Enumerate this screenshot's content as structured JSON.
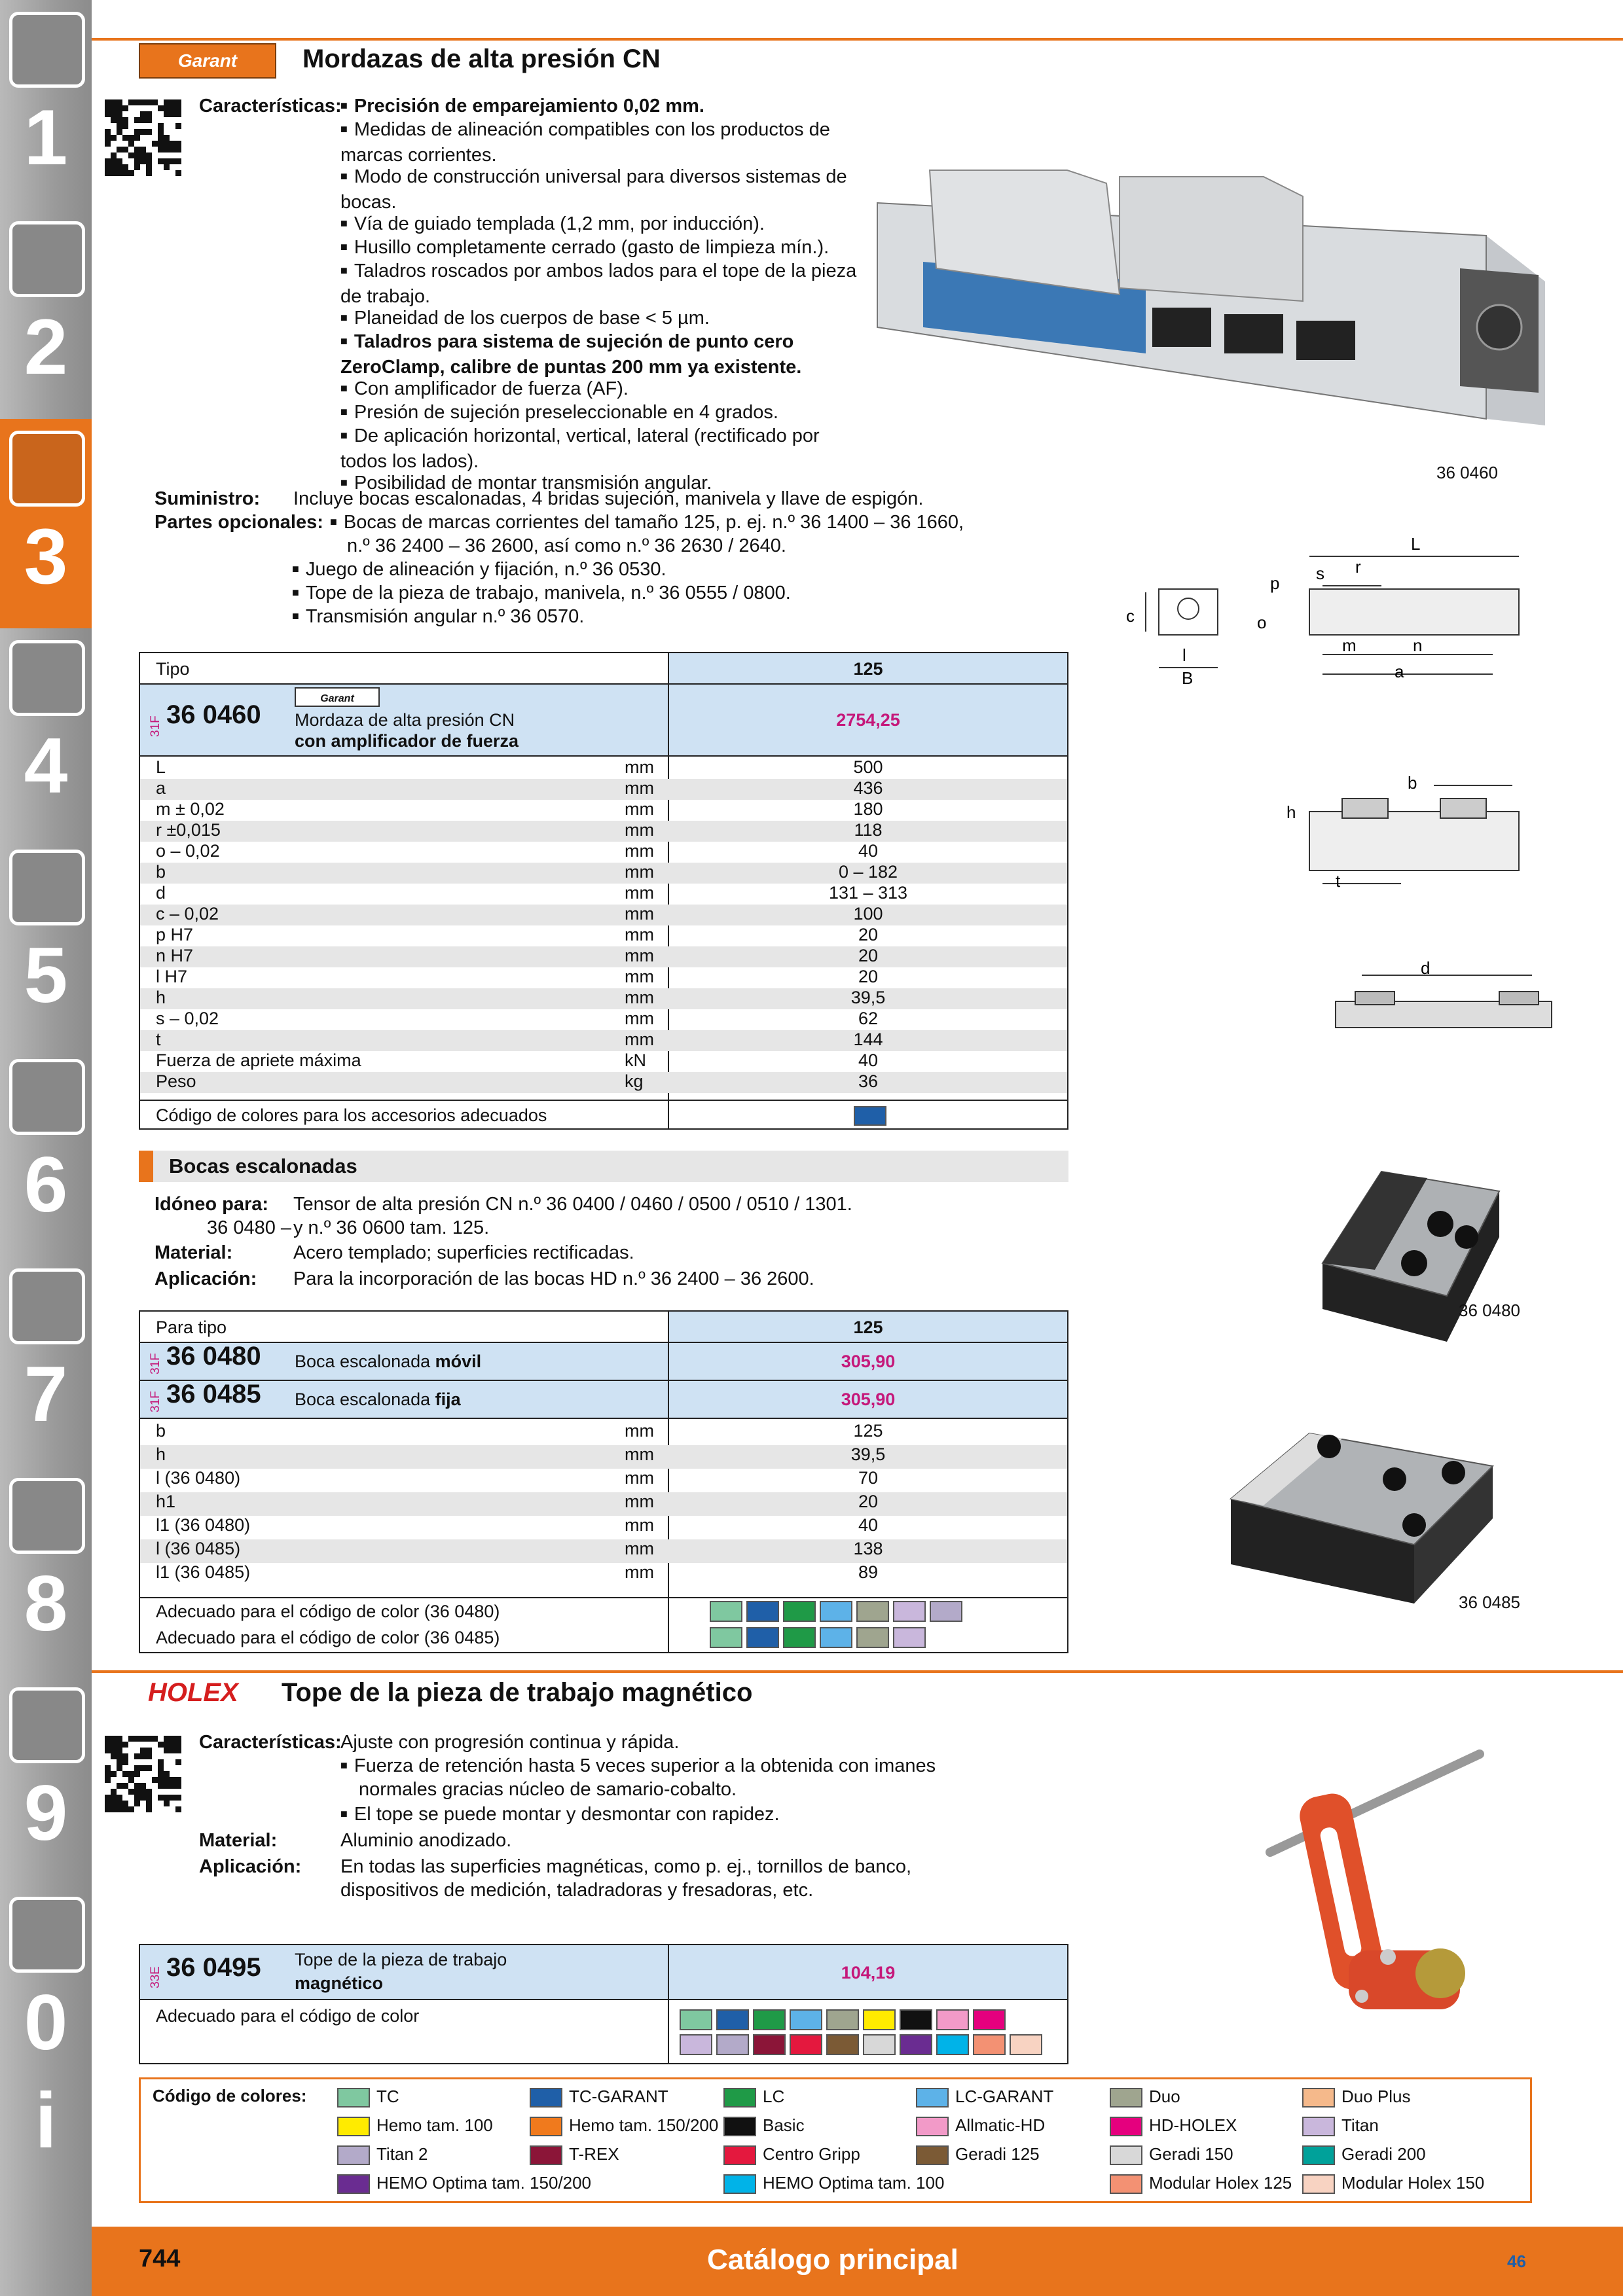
{
  "sidebar": {
    "chapters": [
      "1",
      "2",
      "3",
      "4",
      "5",
      "6",
      "7",
      "8",
      "9",
      "0",
      "i"
    ],
    "active": "3"
  },
  "vise": {
    "brand": "Garant",
    "title": "Mordazas de alta presión CN",
    "features_label": "Características:",
    "features": [
      {
        "text": "Precisión de emparejamiento 0,02 mm.",
        "bold": true
      },
      {
        "text": "Medidas de alineación compatibles con los productos de marcas corrientes."
      },
      {
        "text": "Modo de construcción universal para diversos sistemas de bocas."
      },
      {
        "text": "Vía de guiado templada (1,2 mm, por inducción)."
      },
      {
        "text": "Husillo completamente cerrado (gasto de limpieza mín.)."
      },
      {
        "text": "Taladros roscados por ambos lados para el tope de la pieza de trabajo."
      },
      {
        "text": "Planeidad de los cuerpos de base < 5 µm."
      },
      {
        "text": "Taladros para sistema de sujeción de punto cero ZeroClamp, calibre de puntas 200 mm ya existente.",
        "bold": true
      },
      {
        "text": "Con amplificador de fuerza (AF)."
      },
      {
        "text": "Presión de sujeción preseleccionable en 4 grados."
      },
      {
        "text": "De aplicación horizontal, vertical, lateral (rectificado por todos los lados)."
      },
      {
        "text": "Posibilidad de montar transmisión angular."
      }
    ],
    "supply_label": "Suministro:",
    "supply": "Incluye bocas escalonadas, 4 bridas sujeción, manivela y llave de espigón.",
    "optional_label": "Partes opcionales:",
    "optional": [
      "Bocas de marcas corrientes del tamaño 125, p. ej. n.º 36 1400 – 36 1660,",
      "n.º 36 2400 – 36 2600, así como n.º 36 2630 / 2640.",
      "Juego de alineación y fijación, n.º 36 0530.",
      "Tope de la pieza de trabajo, manivela, n.º 36 0555 / 0800.",
      "Transmisión angular n.º 36 0570."
    ],
    "photo_caption": "36 0460",
    "diagram_labels": {
      "L": "L",
      "s": "s",
      "r": "r",
      "p": "p",
      "o": "o",
      "m": "m",
      "n": "n",
      "a": "a",
      "c": "c",
      "l": "l",
      "B": "B",
      "b": "b",
      "h": "h",
      "t": "t",
      "d": "d"
    },
    "table": {
      "col_label": "Tipo",
      "col_value": "125",
      "tag": "31F",
      "article": "36 0460",
      "desc1": "Mordaza de alta presión CN",
      "desc2": "con amplificador de fuerza",
      "price": "2754,25",
      "rows": [
        [
          "L",
          "mm",
          "500"
        ],
        [
          "a",
          "mm",
          "436"
        ],
        [
          "m ± 0,02",
          "mm",
          "180"
        ],
        [
          "r ±0,015",
          "mm",
          "118"
        ],
        [
          "o – 0,02",
          "mm",
          "40"
        ],
        [
          "b",
          "mm",
          "0 – 182"
        ],
        [
          "d",
          "mm",
          "131 – 313"
        ],
        [
          "c – 0,02",
          "mm",
          "100"
        ],
        [
          "p H7",
          "mm",
          "20"
        ],
        [
          "n H7",
          "mm",
          "20"
        ],
        [
          "l H7",
          "mm",
          "20"
        ],
        [
          "h",
          "mm",
          "39,5"
        ],
        [
          "s – 0,02",
          "mm",
          "62"
        ],
        [
          "t",
          "mm",
          "144"
        ],
        [
          "Fuerza de apriete máxima",
          "kN",
          "40"
        ],
        [
          "Peso",
          "kg",
          "36"
        ]
      ],
      "color_label": "Código de colores para los accesorios adecuados",
      "color": "#1f5fa8"
    }
  },
  "jaws": {
    "title": "Bocas escalonadas",
    "suitable_label": "Idóneo para:",
    "suitable": "Tensor de alta presión CN n.º 36 0400 / 0460 / 0500 / 0510 / 1301.",
    "suitable2_prefix": "36 0480 –",
    "suitable2": "y n.º 36 0600 tam. 125.",
    "material_label": "Material:",
    "material": "Acero templado; superficies rectificadas.",
    "application_label": "Aplicación:",
    "application": "Para la incorporación de las bocas HD n.º 36 2400 – 36 2600.",
    "caption1": "36 0480",
    "caption2": "36 0485",
    "table": {
      "col_label": "Para tipo",
      "col_value": "125",
      "items": [
        {
          "tag": "31F",
          "article": "36 0480",
          "desc": "Boca escalonada ",
          "desc_b": "móvil",
          "price": "305,90"
        },
        {
          "tag": "31F",
          "article": "36 0485",
          "desc": "Boca escalonada ",
          "desc_b": "fija",
          "price": "305,90"
        }
      ],
      "rows": [
        [
          "b",
          "mm",
          "125"
        ],
        [
          "h",
          "mm",
          "39,5"
        ],
        [
          "l (36 0480)",
          "mm",
          "70"
        ],
        [
          "h1",
          "mm",
          "20"
        ],
        [
          "l1 (36 0480)",
          "mm",
          "40"
        ],
        [
          "l (36 0485)",
          "mm",
          "138"
        ],
        [
          "l1 (36 0485)",
          "mm",
          "89"
        ]
      ],
      "color_rows": [
        {
          "label": "Adecuado para el código de color (36 0480)",
          "colors": [
            "#7fc8a0",
            "#1f5fa8",
            "#1f9a47",
            "#5db2e8",
            "#9fa58f",
            "#c9b7dc",
            "#b3aac9"
          ]
        },
        {
          "label": "Adecuado para el código de color (36 0485)",
          "colors": [
            "#7fc8a0",
            "#1f5fa8",
            "#1f9a47",
            "#5db2e8",
            "#9fa58f",
            "#c9b7dc"
          ]
        }
      ]
    }
  },
  "magnetic": {
    "brand": "HOLEX",
    "title": "Tope de la pieza de trabajo magnético",
    "features_label": "Características:",
    "features_intro": "Ajuste con progresión continua y rápida.",
    "features": [
      "Fuerza de retención hasta 5 veces superior a la obtenida con imanes",
      "normales gracias núcleo de samario-cobalto.",
      "El tope se puede montar y desmontar con rapidez."
    ],
    "material_label": "Material:",
    "material": "Aluminio anodizado.",
    "application_label": "Aplicación:",
    "application": "En todas las superficies magnéticas, como p. ej., tornillos de banco,",
    "application2": "dispositivos de medición, taladradoras y fresadoras, etc.",
    "table": {
      "tag": "33E",
      "article": "36 0495",
      "desc1": "Tope de la pieza de trabajo",
      "desc2": "magnético",
      "price": "104,19",
      "color_label": "Adecuado para el código de color",
      "colors_row1": [
        "#7fc8a0",
        "#1f5fa8",
        "#1f9a47",
        "#5db2e8",
        "#9fa58f",
        "#ffeb00",
        "#111111",
        "#f29ac8",
        "#e5007e"
      ],
      "colors_row2": [
        "#c9b7dc",
        "#b3aac9",
        "#8b1538",
        "#e4183e",
        "#7b5a35",
        "#d8d8d8",
        "#6a2c91",
        "#00b3e8",
        "#f39173",
        "#f8d3c2"
      ]
    }
  },
  "legend": {
    "label": "Código de colores:",
    "items": [
      {
        "name": "TC",
        "color": "#7fc8a0"
      },
      {
        "name": "TC-GARANT",
        "color": "#1f5fa8"
      },
      {
        "name": "LC",
        "color": "#1f9a47"
      },
      {
        "name": "LC-GARANT",
        "color": "#5db2e8"
      },
      {
        "name": "Duo",
        "color": "#9fa58f"
      },
      {
        "name": "Duo Plus",
        "color": "#f5b98b"
      },
      {
        "name": "Hemo tam. 100",
        "color": "#ffeb00"
      },
      {
        "name": "Hemo tam. 150/200",
        "color": "#f07a1d"
      },
      {
        "name": "Basic",
        "color": "#111111"
      },
      {
        "name": "Allmatic-HD",
        "color": "#f29ac8"
      },
      {
        "name": "HD-HOLEX",
        "color": "#e5007e"
      },
      {
        "name": "Titan",
        "color": "#c9b7dc"
      },
      {
        "name": "Titan 2",
        "color": "#b3aac9"
      },
      {
        "name": "T-REX",
        "color": "#8b1538"
      },
      {
        "name": "Centro Gripp",
        "color": "#e4183e"
      },
      {
        "name": "Geradi 125",
        "color": "#7b5a35"
      },
      {
        "name": "Geradi 150",
        "color": "#d8d8d8"
      },
      {
        "name": "Geradi 200",
        "color": "#00a19a"
      },
      {
        "name": "HEMO Optima tam. 150/200",
        "color": "#6a2c91"
      },
      {
        "name": "",
        "color": ""
      },
      {
        "name": "HEMO Optima tam. 100",
        "color": "#00b3e8"
      },
      {
        "name": "",
        "color": ""
      },
      {
        "name": "Modular Holex 125",
        "color": "#f39173"
      },
      {
        "name": "Modular Holex 150",
        "color": "#f8d3c2"
      }
    ]
  },
  "footer": {
    "page": "744",
    "title": "Catálogo principal",
    "code": "46"
  }
}
